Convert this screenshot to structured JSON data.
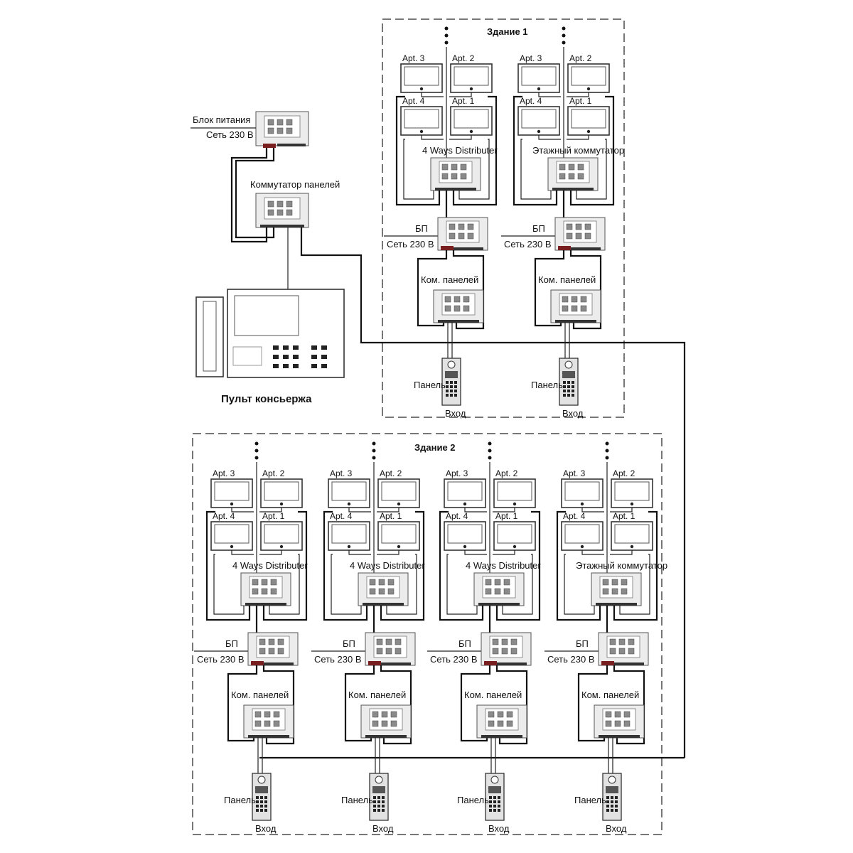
{
  "building1": {
    "title": "Здание 1"
  },
  "building2": {
    "title": "Здание 2"
  },
  "concierge": {
    "title": "Пульт консьержа",
    "psu_label": "Блок питания",
    "mains_label": "Сеть 230 В",
    "switch_label": "Коммутатор панелей"
  },
  "labels": {
    "apt1": "Apt. 1",
    "apt2": "Apt. 2",
    "apt3": "Apt. 3",
    "apt4": "Apt. 4",
    "distributor": "4 Ways Distributer",
    "floor_switch": "Этажный коммутатор",
    "bp": "БП",
    "mains": "Сеть 230 В",
    "panel_switch": "Ком. панелей",
    "panel": "Панель",
    "entrance": "Вход"
  },
  "risers": [
    {
      "building": 1,
      "switch_type": "distributor"
    },
    {
      "building": 1,
      "switch_type": "floor_switch"
    },
    {
      "building": 2,
      "switch_type": "distributor"
    },
    {
      "building": 2,
      "switch_type": "distributor"
    },
    {
      "building": 2,
      "switch_type": "distributor"
    },
    {
      "building": 2,
      "switch_type": "floor_switch"
    }
  ]
}
